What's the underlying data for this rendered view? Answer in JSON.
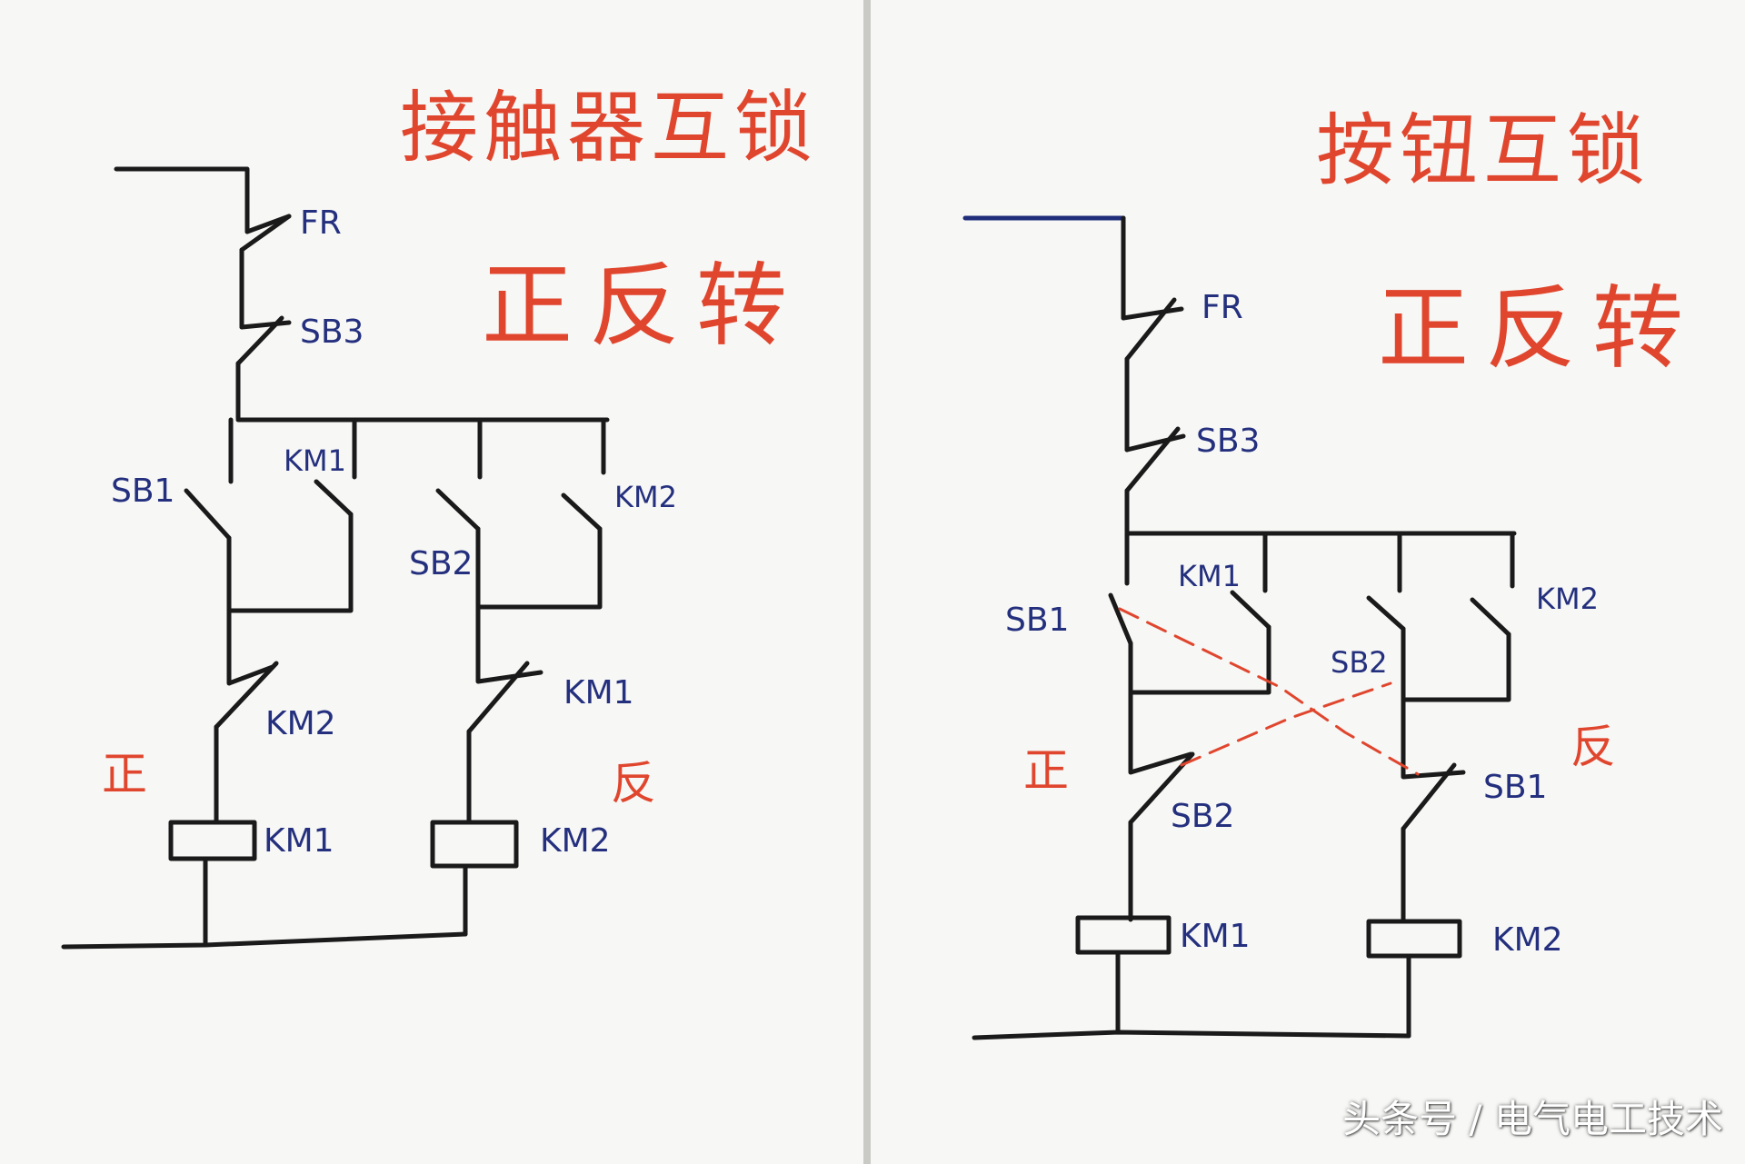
{
  "left": {
    "title_line1": "接触器互锁",
    "title_line2": "正反转",
    "labels": {
      "fr": "FR",
      "sb3": "SB3",
      "sb1": "SB1",
      "km1_aux": "KM1",
      "sb2": "SB2",
      "km2_aux": "KM2",
      "km2_nc": "KM2",
      "km1_nc": "KM1",
      "coil_km1": "KM1",
      "coil_km2": "KM2"
    },
    "forward": "正",
    "reverse": "反"
  },
  "right": {
    "title_line1": "按钮互锁",
    "title_line2": "正反转",
    "labels": {
      "fr": "FR",
      "sb3": "SB3",
      "km1_aux": "KM1",
      "km2_aux": "KM2",
      "sb1": "SB1",
      "sb2_top": "SB2",
      "sb2_nc": "SB2",
      "sb1_nc": "SB1",
      "coil_km1": "KM1",
      "coil_km2": "KM2"
    },
    "forward": "正",
    "reverse": "反"
  },
  "watermark": "头条号 / 电气电工技术",
  "colors": {
    "wire": "#1a1a1a",
    "blue_ink": "#24307e",
    "red_ink": "#e0462e",
    "top_wire_right": "#1f2d7a"
  }
}
